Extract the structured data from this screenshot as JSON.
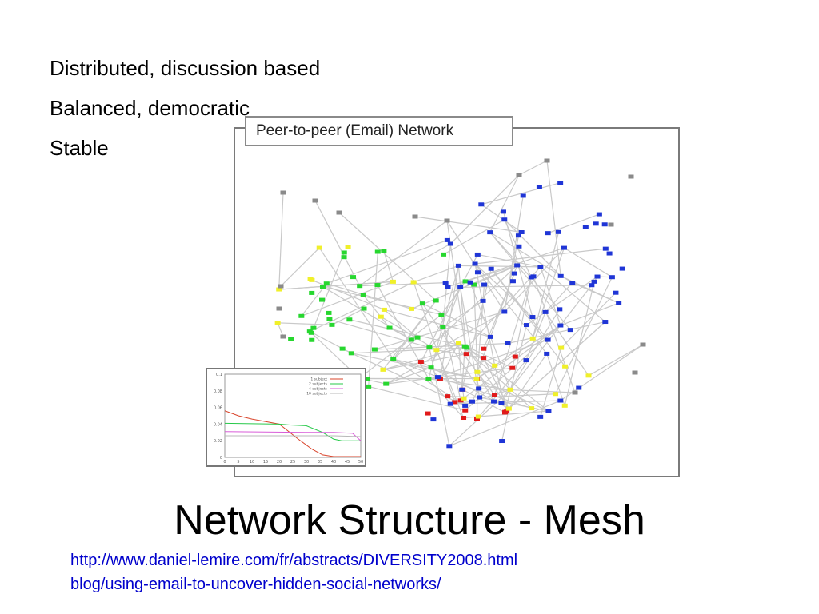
{
  "bullets": [
    "Distributed, discussion based",
    "Balanced, democratic",
    "Stable"
  ],
  "figure": {
    "title": "Peer-to-peer (Email) Network",
    "node_colors": {
      "gray": "#8a8a8a",
      "blue": "#1f35d6",
      "green": "#27d72f",
      "yellow": "#f0f02a",
      "red": "#e11a1a"
    },
    "edge_color": "#c9c9c9"
  },
  "inset_chart": {
    "legend": [
      "1 subject",
      "2 subjects",
      "4 subjects",
      "10 subjects"
    ],
    "colors": [
      "#d9442b",
      "#27c94a",
      "#d85cd8",
      "#b8b8b8"
    ],
    "yticks": [
      "0.1",
      "0.08",
      "0.06",
      "0.04",
      "0.02",
      "0"
    ],
    "xticks": [
      "0",
      "5",
      "10",
      "15",
      "20",
      "25",
      "30",
      "35",
      "40",
      "45",
      "50"
    ]
  },
  "title": "Network Structure - Mesh",
  "links": [
    "http://www.daniel-lemire.com/fr/abstracts/DIVERSITY2008.html",
    "blog/using-email-to-uncover-hidden-social-networks/"
  ]
}
